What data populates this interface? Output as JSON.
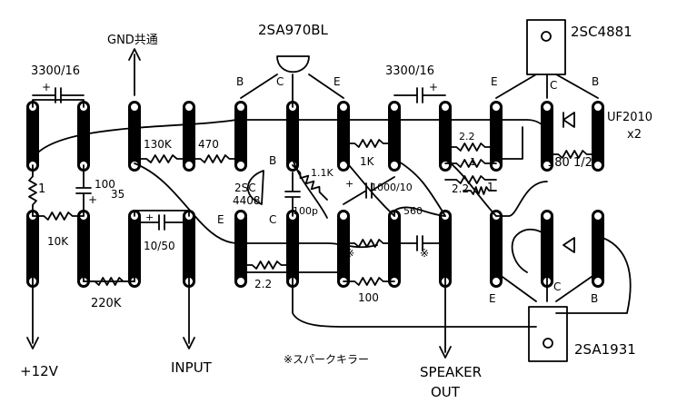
{
  "labels": {
    "gnd": "GND共通",
    "q_top_mid": "2SA970BL",
    "q_top_right": "2SC4881",
    "q_bottom_right": "2SA1931",
    "q_mid": "2SC",
    "q_mid_2": "4408",
    "uf": "UF2010",
    "uf_x2": "x2",
    "c_3300_left": "3300/16",
    "c_3300_right": "3300/16",
    "c_100_35_a": "100",
    "c_100_35_b": "35",
    "c_10_50": "10/50",
    "c_100p": "100p",
    "c_1000_10": "1000/10",
    "r_1_left": "1",
    "r_10k": "10K",
    "r_220k": "220K",
    "r_130k": "130K",
    "r_470": "470",
    "r_1k1": "1.1K",
    "r_1k": "1K",
    "r_2_2_top": "2.2",
    "r_1_top": "1",
    "r_2_2_mid": "2.2",
    "r_1_mid": "1",
    "r_180": "180 1/2",
    "r_560": "560",
    "r_2_2_bottom": "2.2",
    "r_100": "100",
    "plus_left": "+",
    "plus_mid": "+",
    "plus_right": "+",
    "plus_c10": "+",
    "plus_c1000": "+",
    "star_a": "※",
    "star_b": "※",
    "pin_b1": "B",
    "pin_c1": "C",
    "pin_e1": "E",
    "pin_e2": "E",
    "pin_c2": "C",
    "pin_b2": "B",
    "pin_b3": "B",
    "pin_e3": "E",
    "pin_c3": "C",
    "pin_e4": "E",
    "pin_c4": "C",
    "pin_b4": "B",
    "v12": "+12V",
    "input": "INPUT",
    "spark": "※スパークキラー",
    "speaker": "SPEAKER",
    "out": "OUT"
  }
}
